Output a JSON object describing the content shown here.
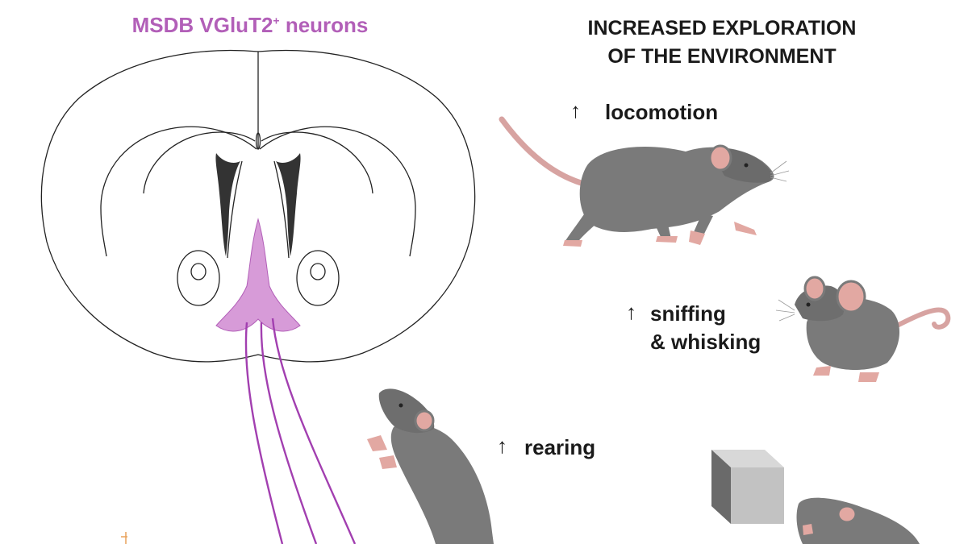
{
  "title": {
    "main": "MSDB VGluT2",
    "sup": "+",
    "tail": " neurons"
  },
  "heading": {
    "line1": "INCREASED EXPLORATION",
    "line2": "OF THE ENVIRONMENT"
  },
  "behaviors": {
    "locomotion": "locomotion",
    "sniffing": "sniffing",
    "whisking": "& whisking",
    "rearing": "rearing"
  },
  "arrow_glyph": "↑",
  "colors": {
    "accent": "#b25fb8",
    "region_fill": "#d79bd8",
    "mouse_body": "#7a7a7a",
    "mouse_ear": "#e2a8a2",
    "cube": "#bdbdbd"
  }
}
